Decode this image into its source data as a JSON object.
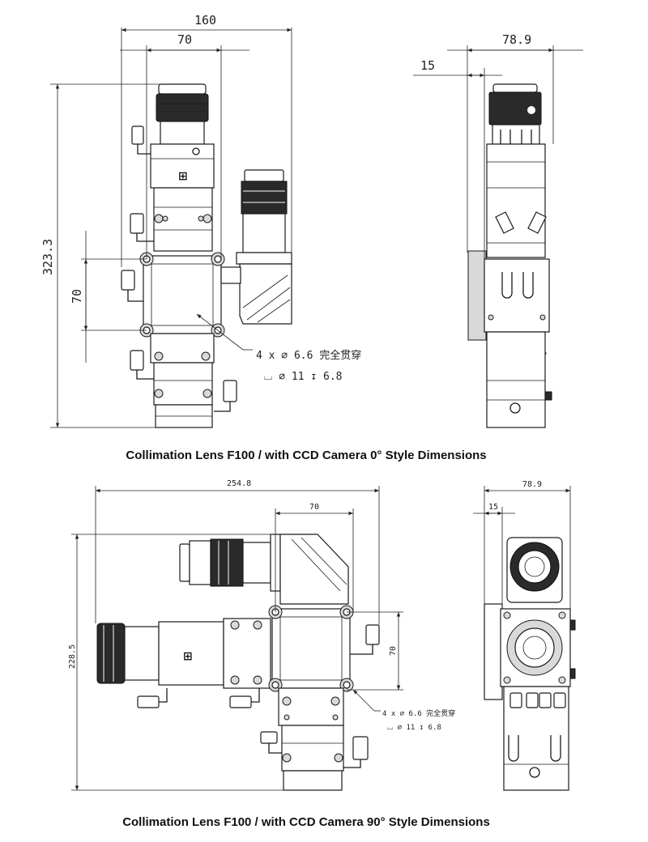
{
  "views": {
    "top": {
      "caption": "Collimation Lens F100 / with CCD Camera 0° Style Dimensions",
      "front": {
        "dim_width": "160",
        "dim_inner": "70",
        "dim_height": "323.3",
        "dim_block": "70",
        "note_line1": "4 x  ⌀ 6.6 完全贯穿",
        "note_line2": "⌴ ⌀ 11 ↧ 6.8"
      },
      "side": {
        "dim_width": "78.9",
        "dim_offset": "15"
      }
    },
    "bottom": {
      "caption": "Collimation Lens F100 / with CCD Camera 90° Style Dimensions",
      "front": {
        "dim_width": "254.8",
        "dim_inner": "70",
        "dim_height": "228.5",
        "dim_block": "70",
        "note_line1": "4 x  ⌀ 6.6 完全贯穿",
        "note_line2": "⌴ ⌀ 11 ↧ 6.8"
      },
      "side": {
        "dim_width": "78.9",
        "dim_offset": "15"
      }
    }
  },
  "icons": {
    "logo": "brand-logo-icon"
  }
}
